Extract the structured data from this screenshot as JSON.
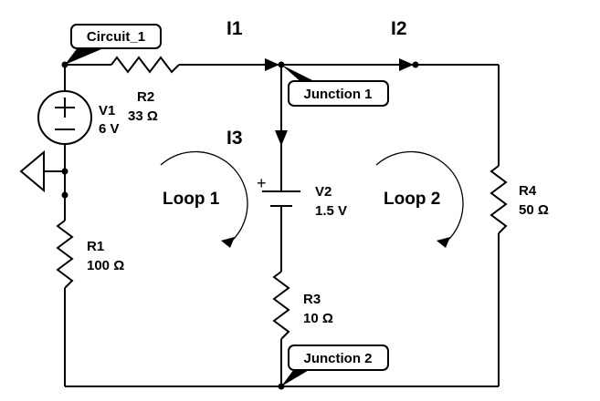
{
  "flags": {
    "circuit": "Circuit_1",
    "junction1": "Junction 1",
    "junction2": "Junction 2"
  },
  "currents": {
    "i1": "I1",
    "i2": "I2",
    "i3": "I3"
  },
  "loops": {
    "loop1": "Loop 1",
    "loop2": "Loop 2"
  },
  "components": {
    "v1": {
      "name": "V1",
      "value": "6 V",
      "plus": "+",
      "minus": "−"
    },
    "v2": {
      "name": "V2",
      "value": "1.5 V",
      "plus": "+"
    },
    "r1": {
      "name": "R1",
      "value": "100 Ω"
    },
    "r2": {
      "name": "R2",
      "value": "33 Ω"
    },
    "r3": {
      "name": "R3",
      "value": "10 Ω"
    },
    "r4": {
      "name": "R4",
      "value": "50 Ω"
    }
  },
  "colors": {
    "ink": "#000000",
    "background": "#ffffff"
  },
  "icons": {
    "ground": "ground-symbol-icon"
  }
}
